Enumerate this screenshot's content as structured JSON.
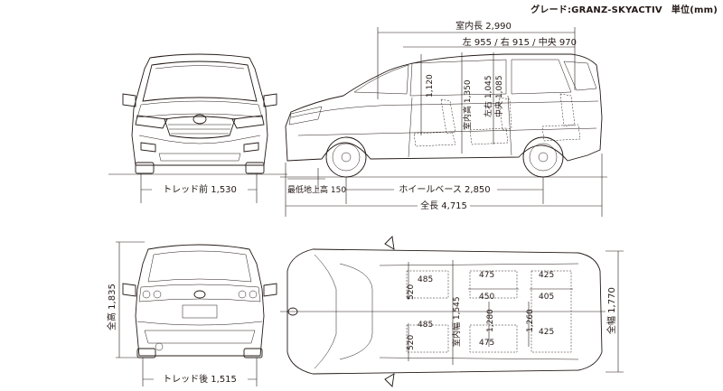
{
  "header": {
    "grade": "グレード:GRANZ-SKYACTIV",
    "unit": "単位(mm)"
  },
  "dimensions": {
    "interior_length": "室内長 2,990",
    "seat_widths": "左 955 / 右 915 / 中央 970",
    "height_1120": "1,120",
    "interior_height": "室内高 1,350",
    "left_1045": "左右 1,045",
    "center_1085": "中央 1,085",
    "tread_front": "トレッド前 1,530",
    "ground_clearance": "最低地上高 150",
    "wheelbase": "ホイールベース 2,850",
    "overall_length": "全長 4,715",
    "overall_height": "全高 1,835",
    "tread_rear": "トレッド後 1,515",
    "overall_width": "全幅 1,770",
    "interior_width": "室内幅 1,545",
    "row1_520_top": "520",
    "row1_485_top": "485",
    "row1_485_bot": "485",
    "row1_520_bot": "520",
    "row2_475_top": "475",
    "row2_450": "450",
    "row2_1280": "1,280",
    "row2_475_bot": "475",
    "row3_425_top": "425",
    "row3_405": "405",
    "row3_1260": "1,260",
    "row3_425_bot": "425"
  },
  "icons": [
    "front-view-drawing",
    "side-view-drawing",
    "rear-view-drawing",
    "top-view-drawing",
    "mazda-emblem-icon"
  ]
}
